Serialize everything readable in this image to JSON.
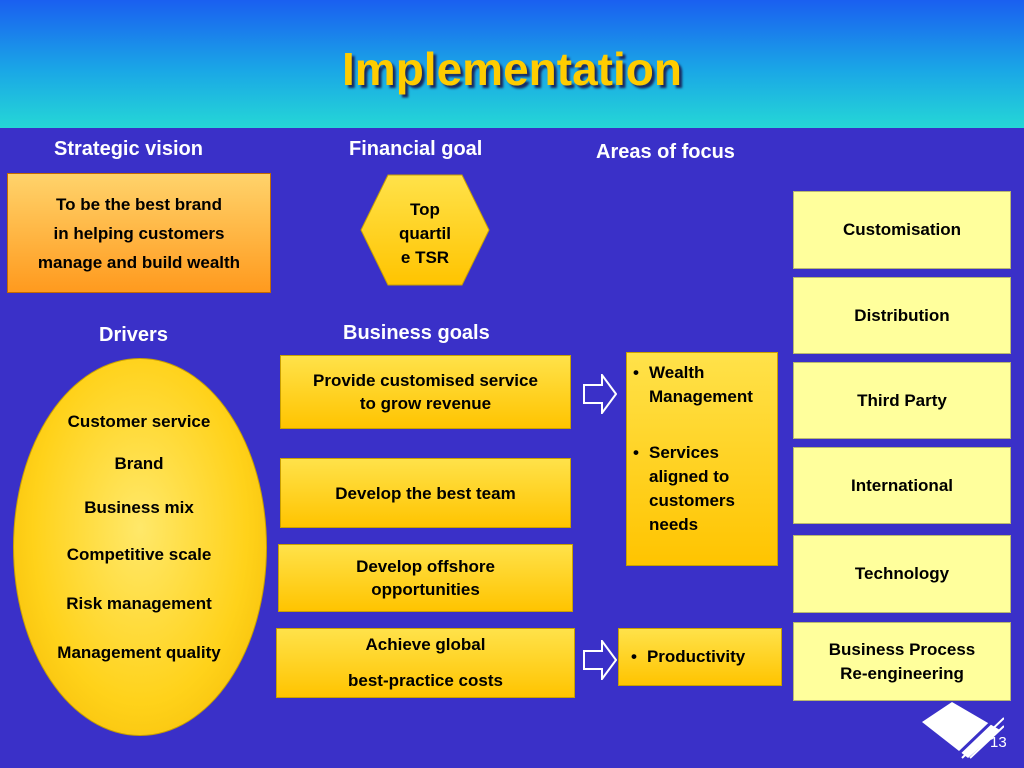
{
  "title": "Implementation",
  "headings": {
    "strategic_vision": "Strategic vision",
    "financial_goal": "Financial goal",
    "areas_of_focus": "Areas of focus",
    "drivers": "Drivers",
    "business_goals": "Business goals"
  },
  "vision": [
    "To be the best brand",
    "in helping customers",
    "manage and build wealth"
  ],
  "financial_goal": [
    "Top",
    "quartil",
    "e TSR"
  ],
  "drivers": [
    "Customer service",
    "Brand",
    "Business mix",
    "Competitive scale",
    "Risk management",
    "Management quality"
  ],
  "business_goals": [
    [
      "Provide customised service",
      "to grow revenue"
    ],
    [
      "Develop the best team"
    ],
    [
      "Develop offshore",
      "opportunities"
    ],
    [
      "Achieve global",
      "best-practice costs"
    ]
  ],
  "focus_bullets": [
    [
      "Wealth",
      "Management"
    ],
    [
      "Services",
      "aligned to",
      "customers",
      "needs"
    ]
  ],
  "productivity": "Productivity",
  "bullet_char": "•",
  "focus_areas": [
    [
      "Customisation"
    ],
    [
      "Distribution"
    ],
    [
      "Third Party"
    ],
    [
      "International"
    ],
    [
      "Technology"
    ],
    [
      "Business Process",
      "Re-engineering"
    ]
  ],
  "page_number": "13",
  "colors": {
    "background": "#3a30c8",
    "title": "#ffcc00",
    "yellow": "#ffd21a",
    "orange": "#ff9a1e",
    "pale_yellow": "#ffff9c"
  }
}
